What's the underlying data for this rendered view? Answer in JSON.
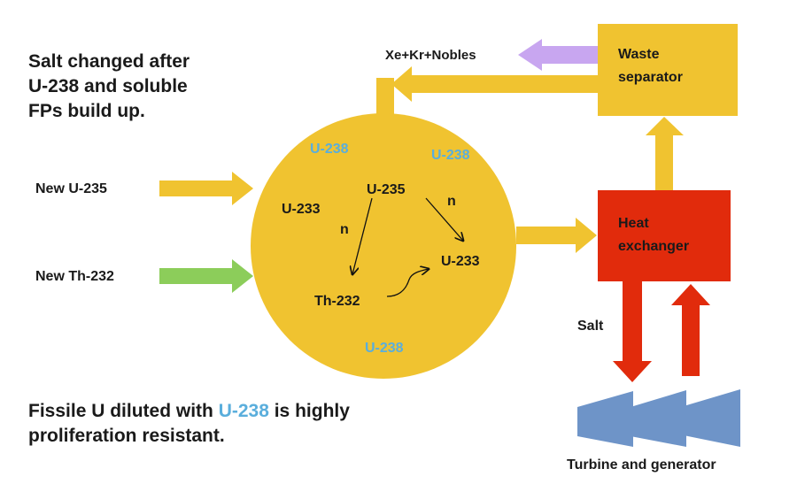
{
  "title_note": [
    "Salt changed after",
    "U-238 and soluble",
    "FPs build up."
  ],
  "inputs": {
    "u235": "New U-235",
    "th232": "New Th-232"
  },
  "core": {
    "u238_labels": [
      "U-238",
      "U-238",
      "U-238"
    ],
    "u233_left": "U-233",
    "u235": "U-235",
    "u233_right": "U-233",
    "th232": "Th-232",
    "neutron": "n"
  },
  "waste": {
    "label_line1": "Waste",
    "label_line2": "separator",
    "offgas": "Xe+Kr+Nobles"
  },
  "heat_exchanger": {
    "line1": "Heat",
    "line2": "exchanger"
  },
  "salt": "Salt",
  "turbine": "Turbine and generator",
  "bottom_note": {
    "part1": "Fissile U diluted with ",
    "highlight": "U-238",
    "part2": " is highly",
    "line2": "proliferation resistant."
  },
  "colors": {
    "yellow": "#f0c330",
    "red": "#e12b0c",
    "green": "#8ccd5a",
    "purple": "#c8a6f0",
    "blue": "#6e94c8",
    "highlight": "#5aaedc"
  }
}
